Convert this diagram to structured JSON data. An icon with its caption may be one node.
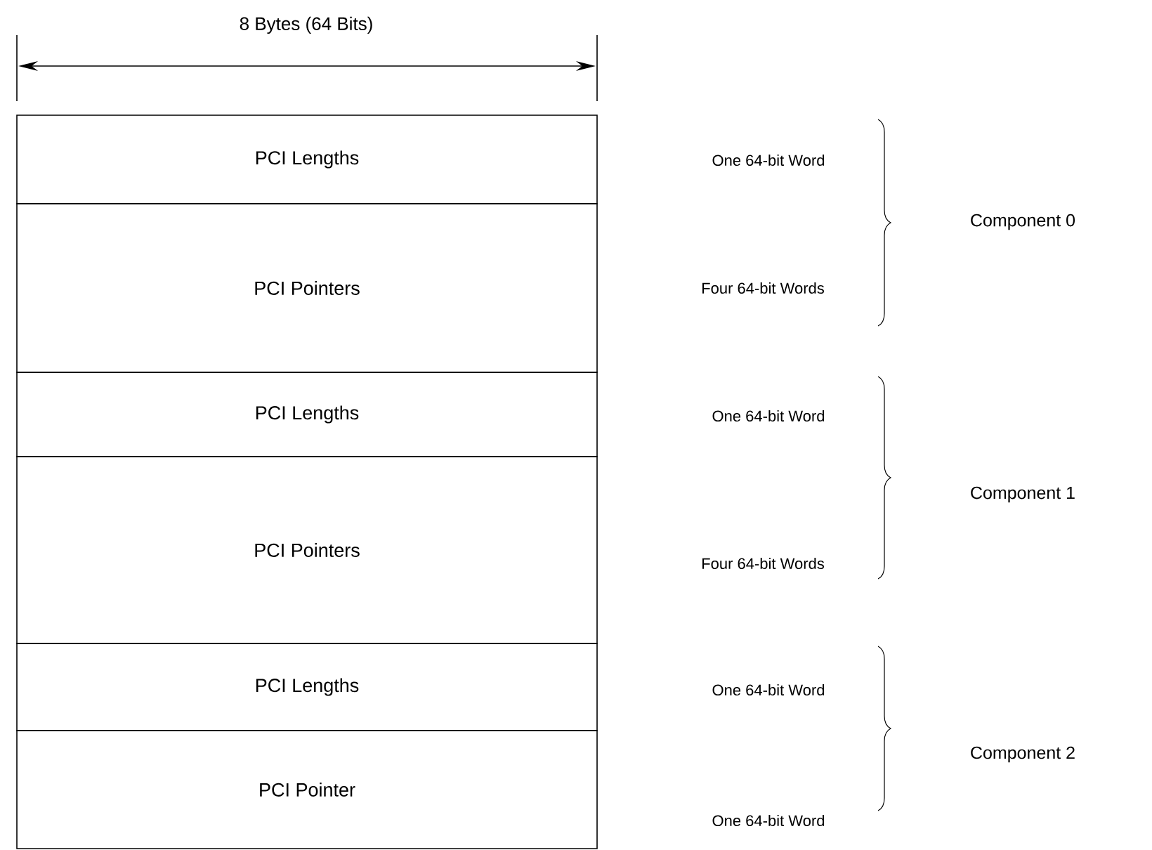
{
  "diagram": {
    "nodes": [
      {
        "text": [
          "PCI Lengths"
        ]
      },
      {
        "text": [
          "PCI Pointers"
        ]
      },
      {
        "text": [
          "PCI Lengths"
        ]
      },
      {
        "text": [
          "PCI Pointers"
        ]
      },
      {
        "text": [
          "PCI Lengths"
        ]
      },
      {
        "text": [
          "PCI Pointer"
        ]
      }
    ],
    "edges": [],
    "labels": [
      "8 Bytes (64 Bits)",
      "One 64-bit Word",
      "Component 0",
      "Four 64-bit Words",
      "One 64-bit Word",
      "Component 1",
      "Four 64-bit Words",
      "One 64-bit Word",
      "Component 2",
      "One 64-bit Word"
    ]
  }
}
